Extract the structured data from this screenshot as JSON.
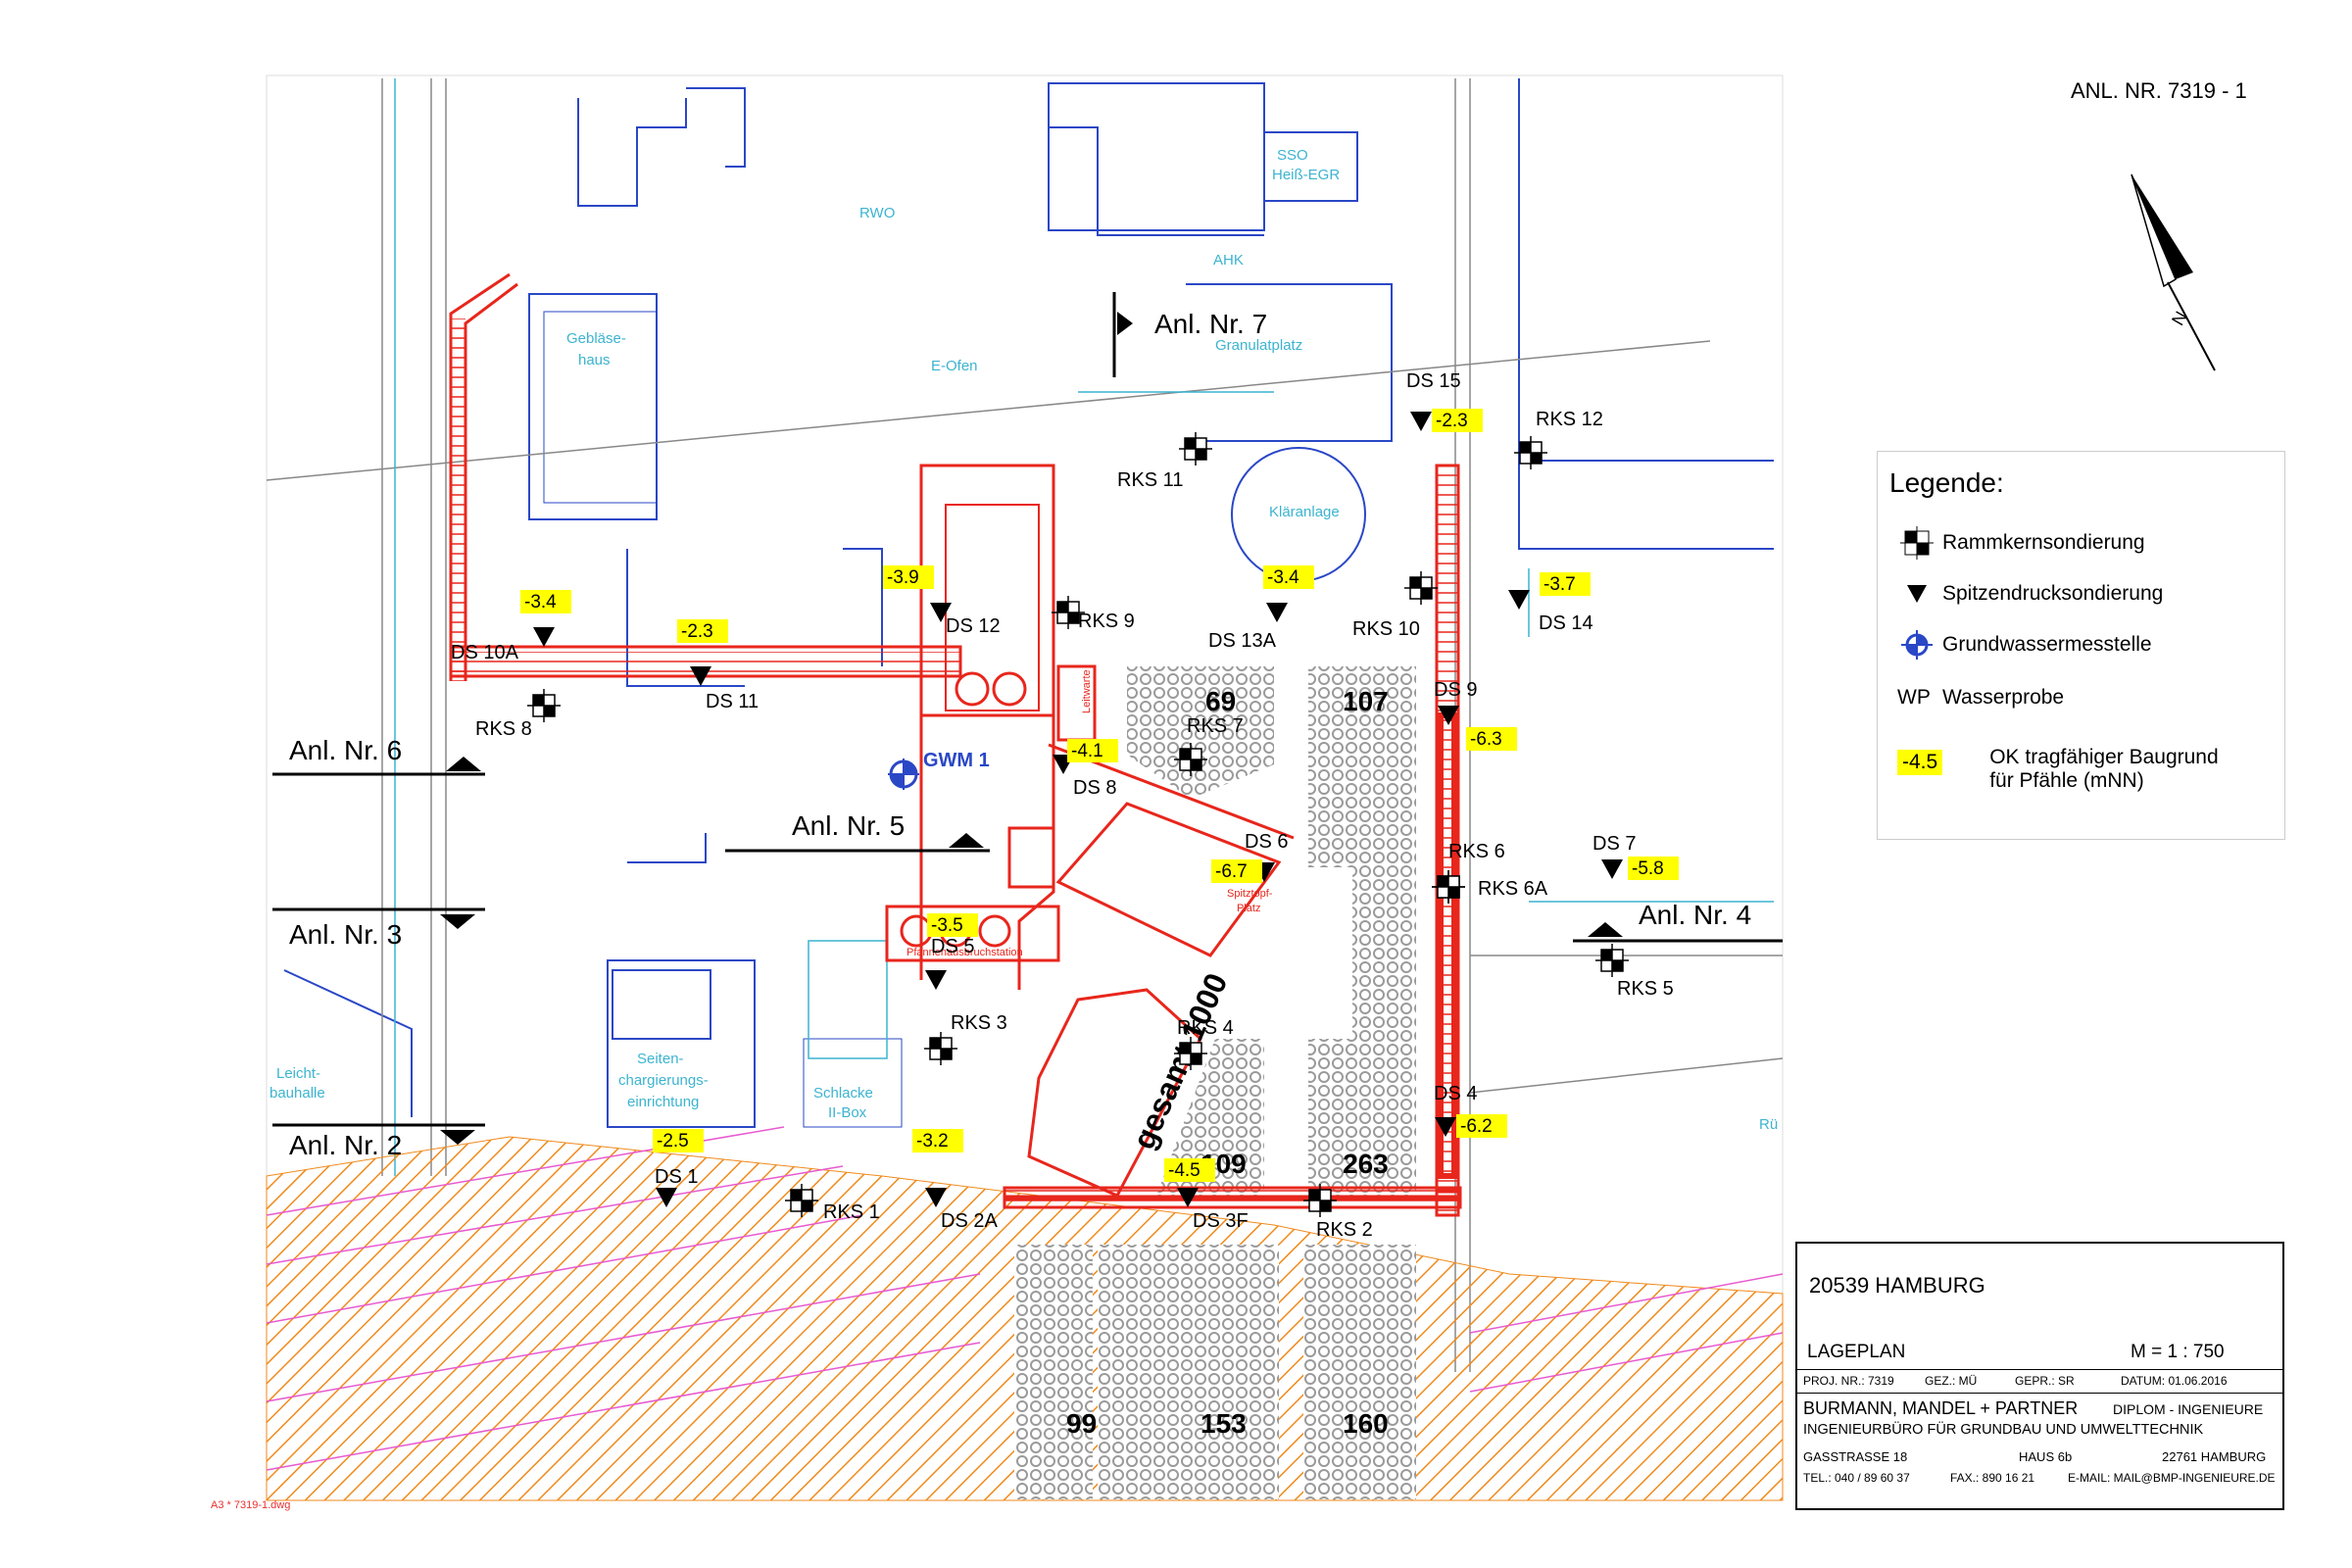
{
  "header": {
    "annex_number": "ANL. NR. 7319 - 1"
  },
  "north_arrow": {
    "icon": "north-arrow-icon",
    "label": "N"
  },
  "legend": {
    "title": "Legende:",
    "items": [
      {
        "symbol": "rammkern-icon",
        "label": "Rammkernsondierung"
      },
      {
        "symbol": "spitzendruck-icon",
        "label": "Spitzendrucksondierung"
      },
      {
        "symbol": "grundwasser-icon",
        "label": "Grundwassermesstelle"
      },
      {
        "symbol_text": "WP",
        "label": "Wasserprobe"
      },
      {
        "symbol_text": "-4.5",
        "label_line1": "OK tragfähiger Baugrund",
        "label_line2": "für Pfähle (mNN)"
      }
    ]
  },
  "title_block": {
    "location": "20539 HAMBURG",
    "plan_name": "LAGEPLAN",
    "scale": "M = 1 : 750",
    "proj_nr": "PROJ. NR.: 7319",
    "drawn": "GEZ.: MÜ",
    "checked": "GEPR.: SR",
    "date": "DATUM: 01.06.2016",
    "company": "BURMANN, MANDEL + PARTNER",
    "company_suffix": "DIPLOM - INGENIEURE",
    "company_line2": "INGENIEURBÜRO FÜR GRUNDBAU UND UMWELTTECHNIK",
    "street": "GASSTRASSE 18",
    "house": "HAUS 6b",
    "city": "22761 HAMBURG",
    "tel": "TEL.: 040 / 89 60 37",
    "fax": "FAX.: 890 16 21",
    "email": "E-MAIL: MAIL@BMP-INGENIEURE.DE"
  },
  "file_label": "A3 * 7319-1.dwg",
  "section_labels": [
    "Anl. Nr. 7",
    "Anl. Nr. 6",
    "Anl. Nr. 5",
    "Anl. Nr. 3",
    "Anl. Nr. 2",
    "Anl. Nr. 4"
  ],
  "building_labels": [
    "RWO",
    "SSO",
    "Heiß-EGR",
    "AHK",
    "Granulatplatz",
    "Gebläse-",
    "haus",
    "E-Ofen",
    "Kläranlage",
    "Leicht-",
    "bauhalle",
    "Seiten-",
    "chargierungs-",
    "einrichtung",
    "Schlacke",
    "II-Box",
    "Pfannenausbruchstation",
    "Spitztopf-",
    "Platz",
    "Leitwarte",
    "Rü"
  ],
  "rammkern_points": [
    "RKS 1",
    "RKS 2",
    "RKS 3",
    "RKS 4",
    "RKS 5",
    "RKS 6",
    "RKS 6A",
    "RKS 7",
    "RKS 8",
    "RKS 9",
    "RKS 10",
    "RKS 11",
    "RKS 12"
  ],
  "spitzendruck_points": [
    {
      "label": "DS 1",
      "value": "-2.5"
    },
    {
      "label": "DS 2A",
      "value": "-3.2"
    },
    {
      "label": "DS 3F",
      "value": "-4.5"
    },
    {
      "label": "DS 4",
      "value": "-6.2"
    },
    {
      "label": "DS 5",
      "value": "-3.5"
    },
    {
      "label": "DS 6",
      "value": "-6.7"
    },
    {
      "label": "DS 7",
      "value": "-5.8"
    },
    {
      "label": "DS 8",
      "value": "-4.1"
    },
    {
      "label": "DS 9",
      "value": "-6.3"
    },
    {
      "label": "DS 10A",
      "value": "-3.4"
    },
    {
      "label": "DS 11",
      "value": "-2.3"
    },
    {
      "label": "DS 12",
      "value": "-3.9"
    },
    {
      "label": "DS 13A",
      "value": "-3.4"
    },
    {
      "label": "DS 14",
      "value": "-3.7"
    },
    {
      "label": "DS 15",
      "value": "-2.3"
    }
  ],
  "groundwater_well": "GWM 1",
  "pile_field_counts": [
    "69",
    "107",
    "109",
    "263",
    "99",
    "153",
    "160"
  ],
  "pile_total_label": "gesamt 1000",
  "colors": {
    "foundation_red": "#e8261c",
    "building_blue": "#2a47c6",
    "label_cyan": "#3cb4d0",
    "highlight_yellow": "#ffff00",
    "hatch_orange": "#f08a1c",
    "pile_grey": "#b5b5b5"
  }
}
